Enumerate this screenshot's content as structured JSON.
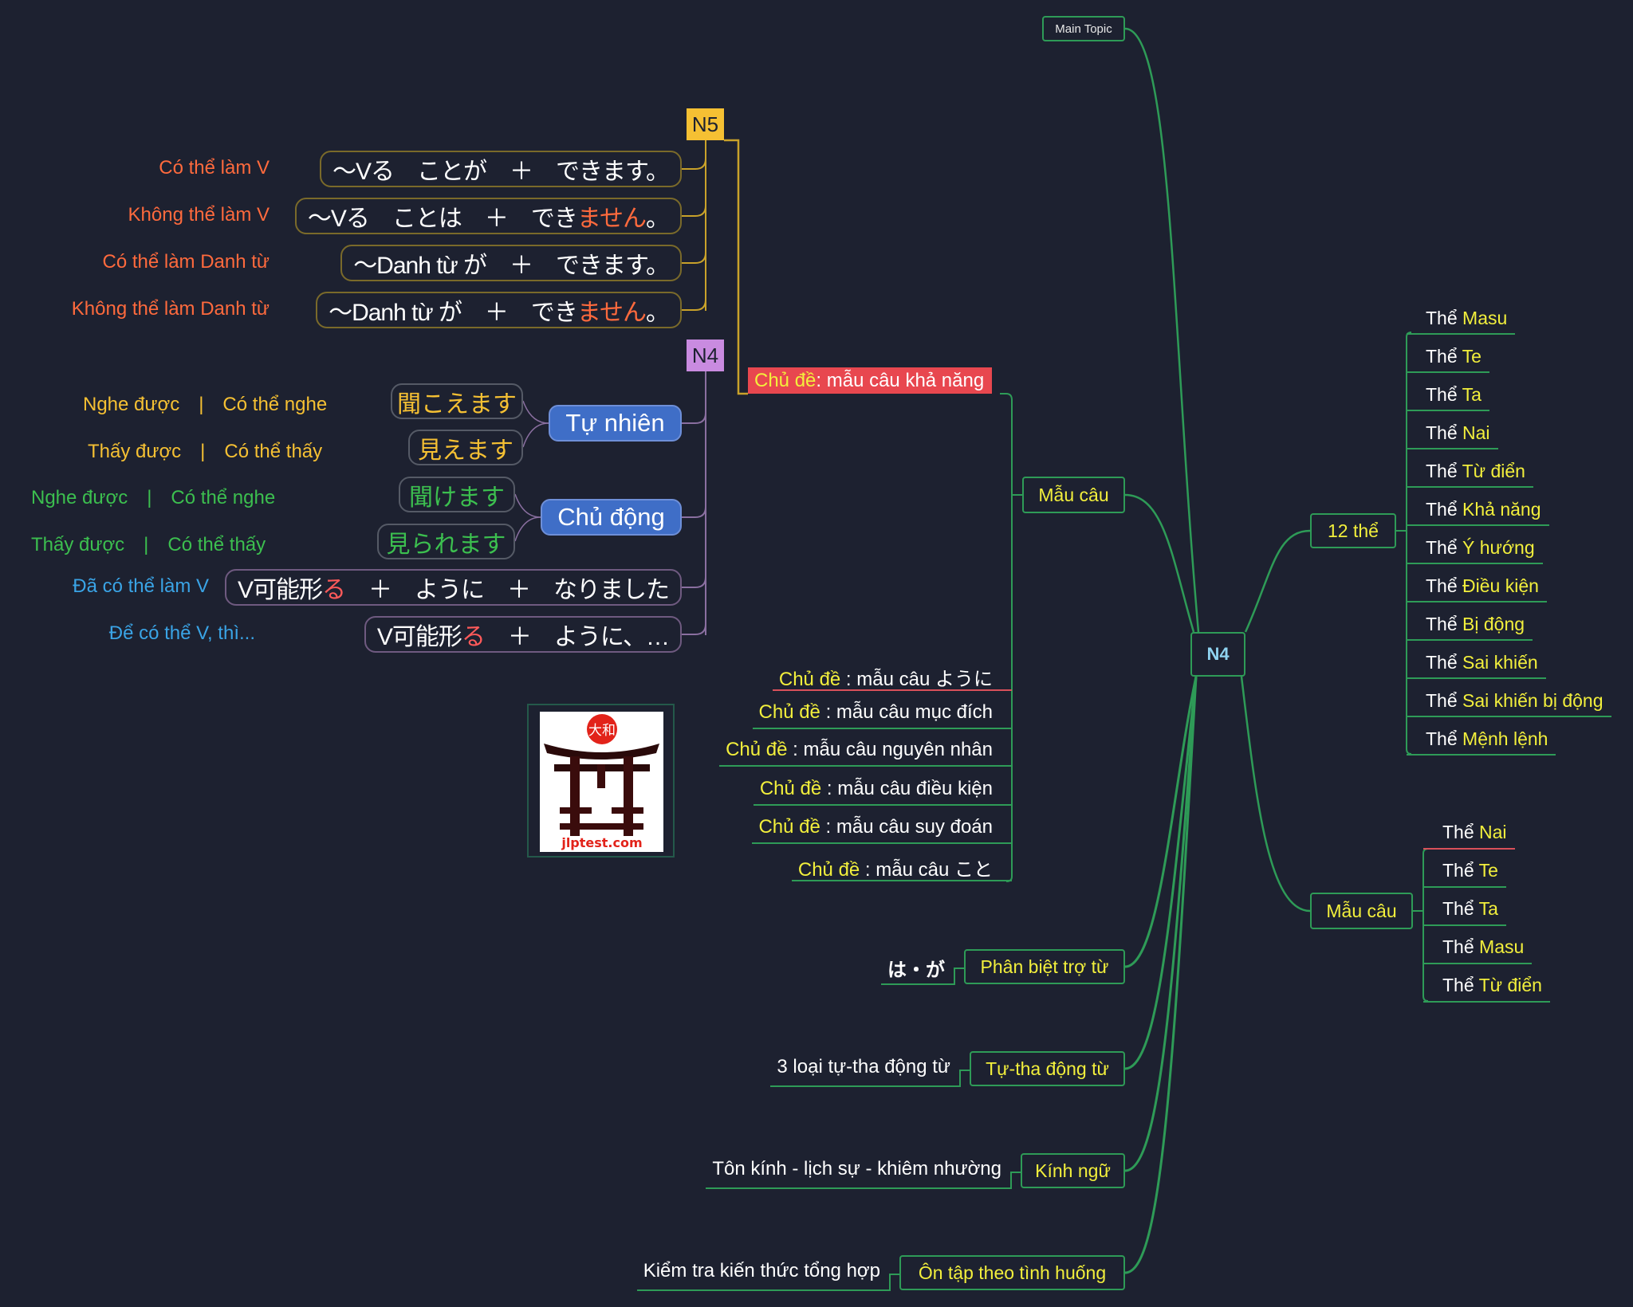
{
  "main_topic": "Main Topic",
  "center": "N4",
  "levels": {
    "n5": "N5",
    "n4": "N4"
  },
  "topic_kha_nang": {
    "prefix": "Chủ đề",
    "rest": " : mẫu câu khả năng"
  },
  "n5_formulas": [
    {
      "label": "Có thể làm V",
      "pre": "～Vる　ことが　＋　できます。",
      "hl": "",
      "post": ""
    },
    {
      "label": "Không thể làm V",
      "pre": "～Vる　ことは　＋　でき",
      "hl": "ません",
      "post": "。"
    },
    {
      "label": "Có thể làm Danh từ",
      "pre": "～Danh từ が　＋　できます。",
      "hl": "",
      "post": ""
    },
    {
      "label": "Không thể làm Danh từ",
      "pre": "～Danh từ が　＋　でき",
      "hl": "ません",
      "post": "。"
    }
  ],
  "n4_groups": [
    {
      "name": "Tự nhiên",
      "verbs": [
        {
          "verb": "聞こえます",
          "label": "Nghe được　|　Có thể nghe"
        },
        {
          "verb": "見えます",
          "label": "Thấy được　|　Có thể thấy"
        }
      ]
    },
    {
      "name": "Chủ động",
      "verbs": [
        {
          "verb": "聞けます",
          "label": "Nghe được　|　Có thể nghe"
        },
        {
          "verb": "見られます",
          "label": "Thấy được　|　Có thể thấy"
        }
      ]
    }
  ],
  "n4_formulas": [
    {
      "label": "Đã có thể làm V",
      "pre": "V可能形",
      "hl": "る",
      "post": "　＋　ように　＋　なりました"
    },
    {
      "label": "Để có thể V, thì...",
      "pre": "V可能形",
      "hl": "る",
      "post": "　＋　ように、…"
    }
  ],
  "mau_cau_left": "Mẫu câu",
  "topics": [
    {
      "prefix": "Chủ đề",
      "rest": " : mẫu câu ように"
    },
    {
      "prefix": "Chủ đề",
      "rest": " : mẫu câu mục đích"
    },
    {
      "prefix": "Chủ đề",
      "rest": " : mẫu câu nguyên nhân"
    },
    {
      "prefix": "Chủ đề",
      "rest": " : mẫu câu điều kiện"
    },
    {
      "prefix": "Chủ đề",
      "rest": " : mẫu câu suy đoán"
    },
    {
      "prefix": "Chủ đề",
      "rest": " : mẫu câu こと"
    }
  ],
  "logo": {
    "text": "jlptest.com",
    "seal": "大和"
  },
  "branches": [
    {
      "title": "Phân biệt trợ từ",
      "leaf": "は・が"
    },
    {
      "title": "Tự-tha động từ",
      "leaf": "3 loại tự-tha động từ"
    },
    {
      "title": "Kính ngữ",
      "leaf": "Tôn kính - lịch sự - khiêm nhường"
    },
    {
      "title": "Ôn tập theo tình huống",
      "leaf": "Kiểm tra kiến thức tổng hợp"
    }
  ],
  "twelve_forms": {
    "title": "12 thể",
    "items": [
      {
        "prefix": "Thể",
        "name": "Masu"
      },
      {
        "prefix": "Thể",
        "name": "Te"
      },
      {
        "prefix": "Thể",
        "name": "Ta"
      },
      {
        "prefix": "Thể",
        "name": "Nai"
      },
      {
        "prefix": "Thể",
        "name": "Từ điển"
      },
      {
        "prefix": "Thể",
        "name": "Khả năng"
      },
      {
        "prefix": "Thể",
        "name": "Ý hướng"
      },
      {
        "prefix": "Thể",
        "name": "Điều kiện"
      },
      {
        "prefix": "Thể",
        "name": "Bị động"
      },
      {
        "prefix": "Thể",
        "name": "Sai khiến"
      },
      {
        "prefix": "Thể",
        "name": "Sai khiến bị động"
      },
      {
        "prefix": "Thể",
        "name": "Mệnh lệnh"
      }
    ]
  },
  "mau_cau_right": {
    "title": "Mẫu câu",
    "items": [
      {
        "prefix": "Thể",
        "name": "Nai"
      },
      {
        "prefix": "Thể",
        "name": "Te"
      },
      {
        "prefix": "Thể",
        "name": "Ta"
      },
      {
        "prefix": "Thể",
        "name": "Masu"
      },
      {
        "prefix": "Thể",
        "name": "Từ điển"
      }
    ]
  },
  "colors": {
    "background": "#1d2130",
    "line": "#2e9b57",
    "n5": "#f5c033",
    "n4": "#c98be0",
    "topic_red": "#e8474f",
    "group_blue": "#3f6ec7"
  }
}
